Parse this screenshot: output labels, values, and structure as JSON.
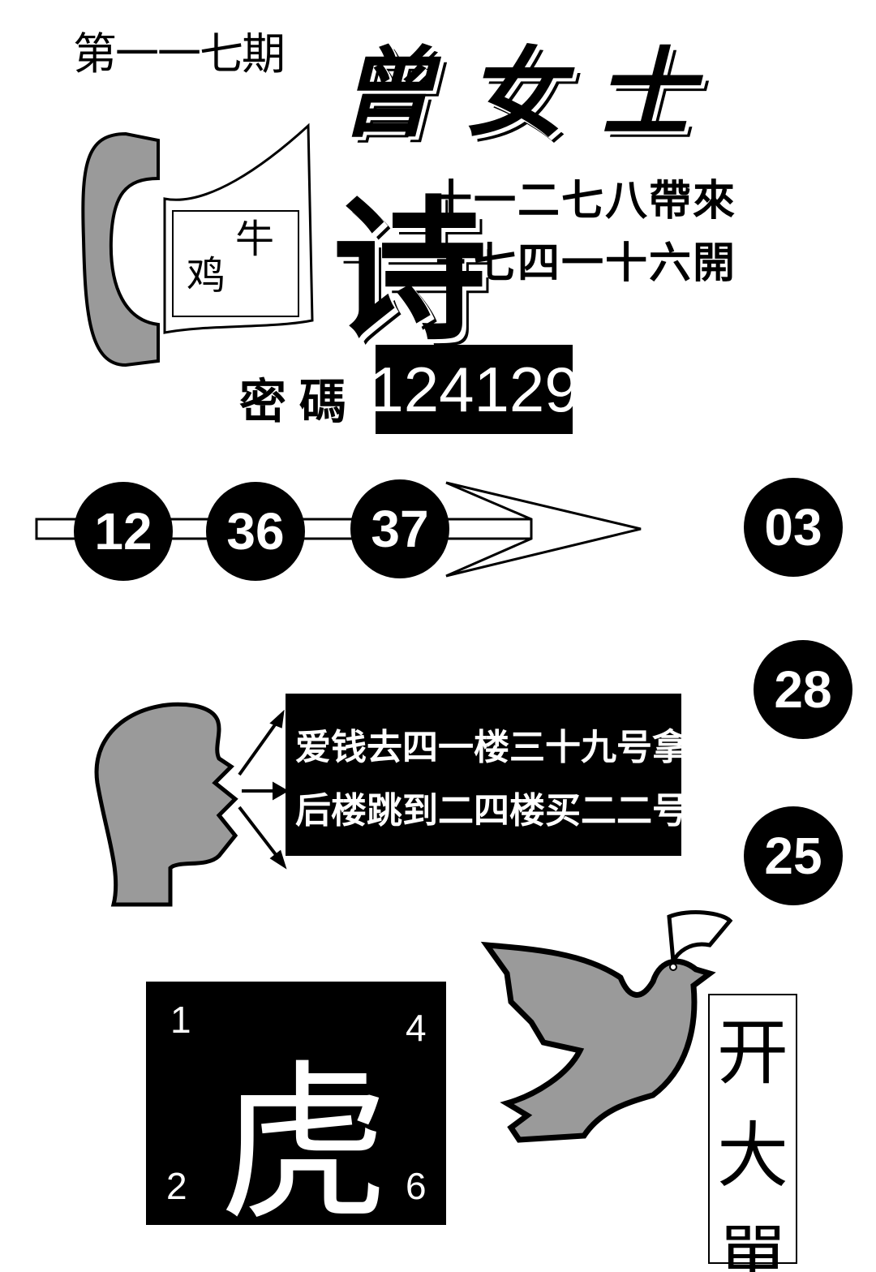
{
  "header": {
    "issue": "第一一七期",
    "title": "曾女士"
  },
  "phone_card": {
    "animal_1": "牛",
    "animal_2": "鸡"
  },
  "poem": {
    "label": "诗",
    "line_1": "十一二七八帶來",
    "line_2": "三七四一十六開"
  },
  "code": {
    "label": "密碼",
    "value": "124129"
  },
  "arrow_balls": [
    "12",
    "36",
    "37"
  ],
  "right_balls": [
    "03",
    "28",
    "25"
  ],
  "message": {
    "line_1": "爱钱去四一楼三十九号拿",
    "line_2": "后楼跳到二四楼买二二号"
  },
  "tiger_box": {
    "zodiac": "虎",
    "numbers": [
      "1",
      "4",
      "2",
      "6"
    ]
  },
  "open_box": {
    "chars": [
      "开",
      "大",
      "單"
    ]
  },
  "colors": {
    "ink": "#000000",
    "halftone": "#9a9a9a",
    "paper": "#ffffff"
  }
}
